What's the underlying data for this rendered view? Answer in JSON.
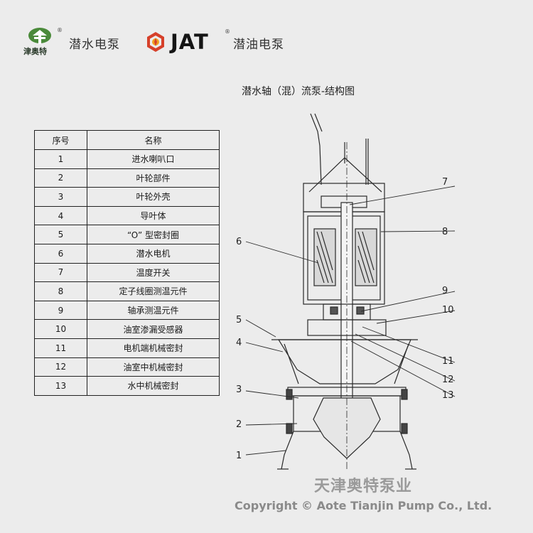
{
  "header": {
    "logo1_text": "津奥特",
    "brand1": "潜水电泵",
    "logo2_text": "JAT",
    "brand2": "潜油电泵",
    "registered_mark": "®"
  },
  "diagram": {
    "title": "潜水轴（混）流泵-结构图",
    "callouts": [
      "1",
      "2",
      "3",
      "4",
      "5",
      "6",
      "7",
      "8",
      "9",
      "10",
      "11",
      "12",
      "13"
    ]
  },
  "parts_table": {
    "headers": [
      "序号",
      "名称"
    ],
    "rows": [
      {
        "no": "1",
        "name": "进水喇叭口"
      },
      {
        "no": "2",
        "name": "叶轮部件"
      },
      {
        "no": "3",
        "name": "叶轮外壳"
      },
      {
        "no": "4",
        "name": "导叶体"
      },
      {
        "no": "5",
        "name": "“O” 型密封圈"
      },
      {
        "no": "6",
        "name": "潜水电机"
      },
      {
        "no": "7",
        "name": "温度开关"
      },
      {
        "no": "8",
        "name": "定子线圈测温元件"
      },
      {
        "no": "9",
        "name": "轴承测温元件"
      },
      {
        "no": "10",
        "name": "油室渗漏受感器"
      },
      {
        "no": "11",
        "name": "电机端机械密封"
      },
      {
        "no": "12",
        "name": "油室中机械密封"
      },
      {
        "no": "13",
        "name": "水中机械密封"
      }
    ]
  },
  "footer": {
    "company_cn": "天津奥特泵业",
    "copyright": "Copyright ©  Aote Tianjin Pump Co., Ltd."
  },
  "colors": {
    "background": "#ececec",
    "logo_green": "#4a8a3a",
    "logo_red": "#d6402a",
    "logo_orange": "#f0a020",
    "watermark_gray": "#9a9a9a"
  }
}
